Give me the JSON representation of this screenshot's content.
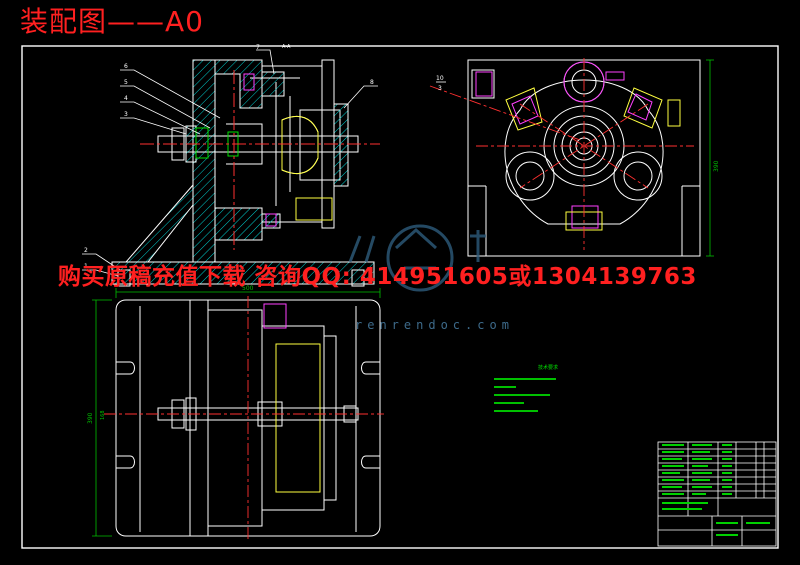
{
  "header": {
    "title": "装配图——A0"
  },
  "banner": {
    "text": "购买原稿充值下载  咨询QQ: 414951605或1304139763"
  },
  "watermark": {
    "site": "renrendoc.com"
  },
  "callouts": {
    "c1": "1",
    "c2": "2",
    "c3": "3",
    "c4": "4",
    "c5": "5",
    "c6": "6",
    "c7": "7",
    "c8": "8",
    "c10": "10"
  },
  "section_mark": "A-A",
  "dims": {
    "height": "390",
    "width": "500",
    "side": "168",
    "slot": "390"
  },
  "notes": {
    "title": "技术要求"
  },
  "colors": {
    "outline": "#ffffff",
    "hatch": "#00d0d0",
    "centerline": "#ff3030",
    "dimension": "#00c000",
    "part": "#ffff40",
    "accent": "#ff40ff",
    "banner": "#ff2020"
  }
}
